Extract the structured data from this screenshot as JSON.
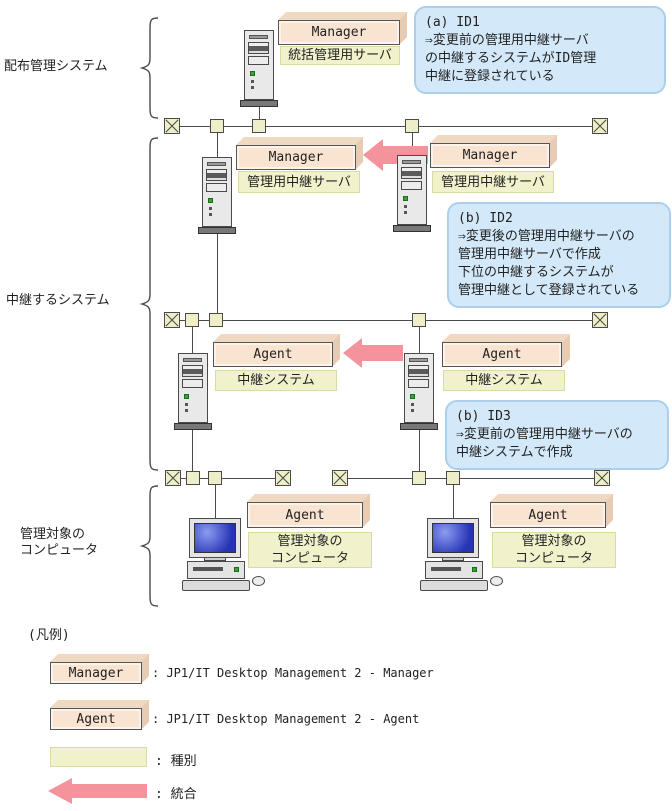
{
  "sections": {
    "distribution": "配布管理システム",
    "relay": "中継するシステム",
    "managed": "管理対象の\nコンピュータ"
  },
  "boxes": {
    "manager": "Manager",
    "agent": "Agent"
  },
  "roles": {
    "central": "統括管理用サーバ",
    "relay_server": "管理用中継サーバ",
    "relay_system": "中継システム",
    "managed_computer": "管理対象の\nコンピュータ"
  },
  "callouts": {
    "a_id1": "(a) ID1\n⇒変更前の管理用中継サーバ\nの中継するシステムがID管理\n中継に登録されている",
    "b_id2": "(b) ID2\n⇒変更後の管理用中継サーバの\n管理用中継サーバで作成\n下位の中継するシステムが\n管理中継として登録されている",
    "b_id3": "(b) ID3\n⇒変更前の管理用中継サーバの\n中継システムで作成"
  },
  "legend": {
    "title": "(凡例)",
    "manager_symbol": "Manager",
    "manager_label": ": JP1/IT Desktop Management 2 - Manager",
    "agent_symbol": "Agent",
    "agent_label": ": JP1/IT Desktop Management 2 - Agent",
    "type_label": ": 種別",
    "merge_label": ": 統合"
  },
  "icons": {
    "server": "server-tower-icon",
    "computer": "desktop-computer-icon",
    "network_end": "network-terminator-x-icon",
    "network_node": "network-node-square-icon",
    "merge_arrow": "merge-arrow-left-icon"
  },
  "colors": {
    "box_face": "#f9e4d2",
    "type_label_bg": "#f1f2cc",
    "callout_bg": "#d3e8f8",
    "callout_border": "#aecfea",
    "arrow": "#f5939c",
    "network_node_fill": "#eeeec8",
    "line": "#4a4a4a"
  }
}
